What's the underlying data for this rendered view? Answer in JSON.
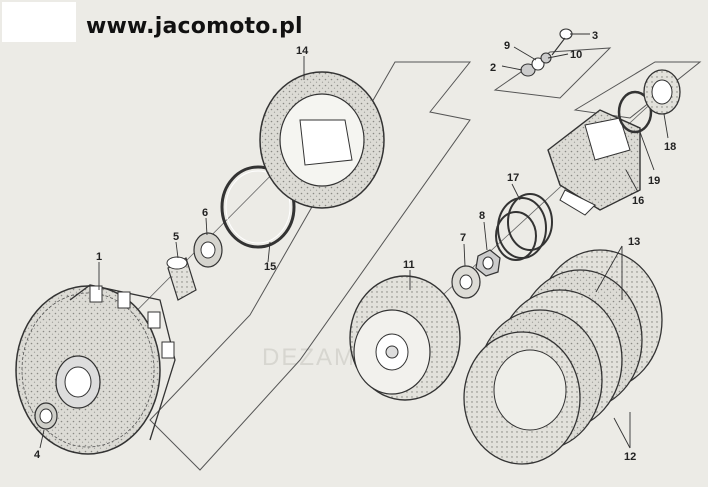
{
  "header": {
    "site_name": "www.jacomoto.pl"
  },
  "watermark": {
    "text": "DEZAMB"
  },
  "parts": [
    {
      "id": "p1",
      "label": "1"
    },
    {
      "id": "p2",
      "label": "2"
    },
    {
      "id": "p3",
      "label": "3"
    },
    {
      "id": "p4",
      "label": "4"
    },
    {
      "id": "p5",
      "label": "5"
    },
    {
      "id": "p6",
      "label": "6"
    },
    {
      "id": "p7",
      "label": "7"
    },
    {
      "id": "p8",
      "label": "8"
    },
    {
      "id": "p9",
      "label": "9"
    },
    {
      "id": "p10",
      "label": "10"
    },
    {
      "id": "p11",
      "label": "11"
    },
    {
      "id": "p12",
      "label": "12"
    },
    {
      "id": "p13",
      "label": "13"
    },
    {
      "id": "p14",
      "label": "14"
    },
    {
      "id": "p15",
      "label": "15"
    },
    {
      "id": "p16",
      "label": "16"
    },
    {
      "id": "p17",
      "label": "17"
    },
    {
      "id": "p18",
      "label": "18"
    },
    {
      "id": "p19",
      "label": "19"
    }
  ],
  "colors": {
    "paper": "#ecebe6",
    "ink": "#333333",
    "accent": "#111111"
  }
}
